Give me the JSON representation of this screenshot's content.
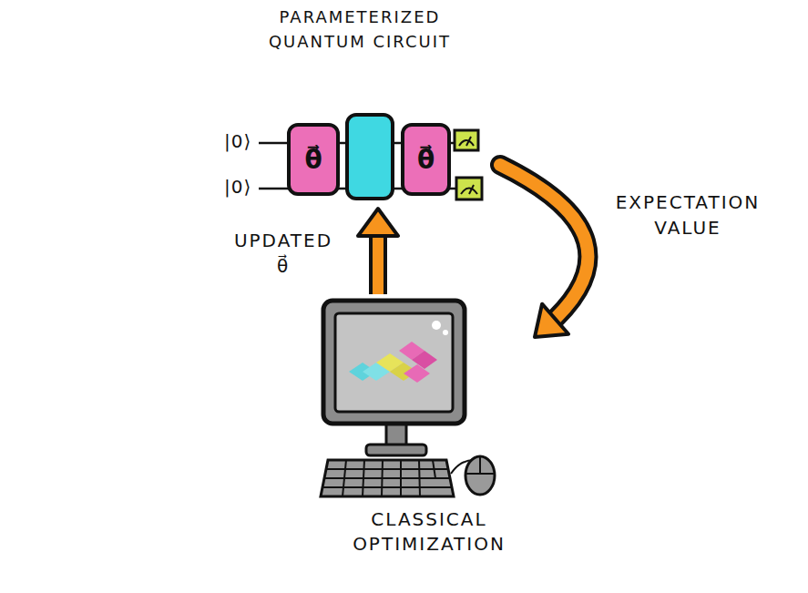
{
  "diagram": {
    "nodes": [
      {
        "text": [
          "PARAMETERIZED QUANTUM CIRCUIT"
        ]
      },
      {
        "text": [
          "θ⃗"
        ],
        "in": 0
      },
      {
        "text": [
          "θ⃗"
        ],
        "in": 0
      },
      {
        "text": [
          "CLASSICAL OPTIMIZATION"
        ]
      }
    ],
    "edges": [
      {
        "from": 0,
        "to": 3,
        "arrow": "to",
        "label": "EXPECTATION VALUE"
      },
      {
        "from": 3,
        "to": 0,
        "arrow": "to",
        "label": "UPDATED θ⃗"
      }
    ],
    "labels": [
      "|0⟩",
      "|0⟩"
    ]
  }
}
